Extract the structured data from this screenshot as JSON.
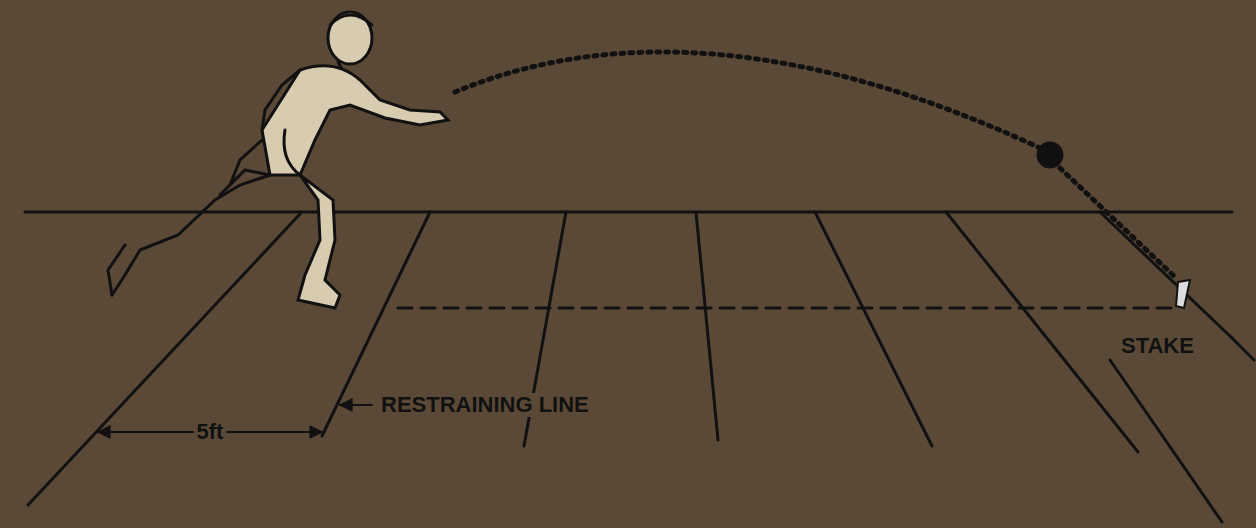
{
  "diagram": {
    "labels": [
      "5ft",
      "RESTRAINING LINE",
      "STAKE"
    ]
  }
}
